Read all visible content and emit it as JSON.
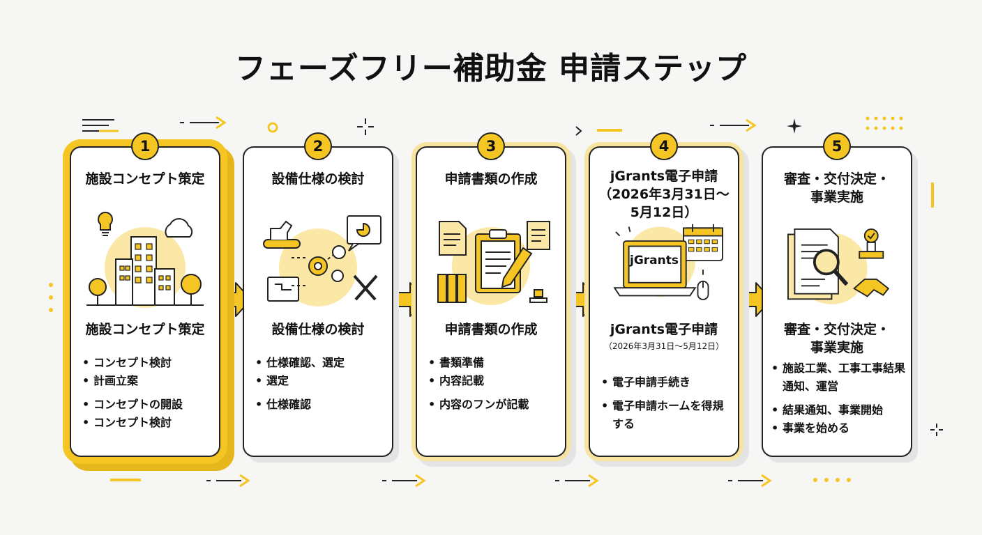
{
  "title": "フェーズフリー補助金 申請ステップ",
  "steps": [
    {
      "number": "1",
      "heading": [
        "施設コンセプト策定"
      ],
      "subheading": [
        "施設コンセプト策定"
      ],
      "items": [
        "コンセプト検討",
        "計画立案",
        "コンセプトの開設",
        "コンセプト検討"
      ]
    },
    {
      "number": "2",
      "heading": [
        "設備仕様の検討"
      ],
      "subheading": [
        "設備仕様の検討"
      ],
      "items": [
        "仕様確認、選定",
        "選定",
        "仕様確認"
      ]
    },
    {
      "number": "3",
      "heading": [
        "申請書類の作成"
      ],
      "subheading": [
        "申請書類の作成"
      ],
      "items": [
        "書類準備",
        "内容記載",
        "内容のフンが記載"
      ]
    },
    {
      "number": "4",
      "heading": [
        "jGrants電子申請",
        "（2026年3月31日～",
        "5月12日）"
      ],
      "subheading": [
        "jGrants電子申請"
      ],
      "subheading_small": "（2026年3月31日～5月12日）",
      "screen_label": "jGrants",
      "items": [
        "電子申請手続き",
        "電子申請ホームを得規する"
      ]
    },
    {
      "number": "5",
      "heading": [
        "審査・交付決定・",
        "事業実施"
      ],
      "subheading": [
        "審査・交付決定・",
        "事業実施"
      ],
      "items": [
        "施設工業、工事工事結果通知、運営",
        "結果通知、事業開始",
        "事業を始める"
      ]
    }
  ],
  "colors": {
    "accent": "#f5c524",
    "accent_light": "#fbe7a6",
    "ink": "#222222",
    "card": "#ffffff"
  }
}
